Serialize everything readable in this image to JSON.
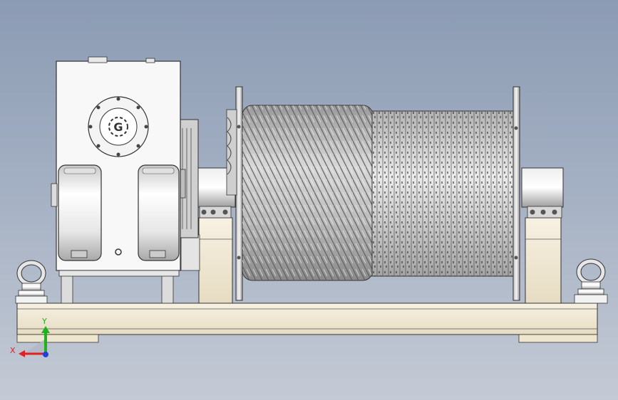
{
  "viewport": {
    "background_top": "#8b9bb3",
    "background_bottom": "#c4cad5"
  },
  "model": {
    "frame_color": "#f3ead6",
    "metal_color": "#e8e8e8",
    "edge_color": "#303030",
    "rope_color": "#9c9c9c",
    "logo_glyph": "G",
    "logo_icon": "gear-logo-icon"
  },
  "triad": {
    "x_label": "X",
    "y_label": "Y",
    "x_color": "#e02020",
    "y_color": "#20b020",
    "z_color": "#2040e0"
  }
}
